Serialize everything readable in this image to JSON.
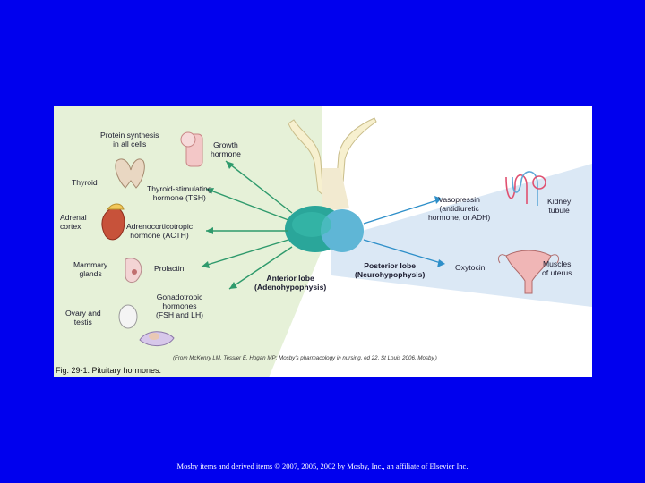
{
  "figure": {
    "caption": "Fig. 29-1. Pituitary hormones.",
    "source": "(From McKenry LM, Tessier E, Hogan MP: Mosby's pharmacology in nursing, ed 22, St Louis 2006, Mosby.)",
    "anterior_lobe": [
      "Anterior lobe",
      "(Adenohypophysis)"
    ],
    "posterior_lobe": [
      "Posterior lobe",
      "(Neurohypophysis)"
    ],
    "left_targets": {
      "protein": [
        "Protein synthesis",
        "in all cells"
      ],
      "thyroid": [
        "Thyroid"
      ],
      "adrenal": [
        "Adrenal",
        "cortex"
      ],
      "mammary": [
        "Mammary",
        "glands"
      ],
      "ovary": [
        "Ovary and",
        "testis"
      ]
    },
    "anterior_hormones": {
      "growth": [
        "Growth",
        "hormone"
      ],
      "tsh": [
        "Thyroid-stimulating",
        "hormone (TSH)"
      ],
      "acth": [
        "Adrenocorticotropic",
        "hormone (ACTH)"
      ],
      "prolactin": [
        "Prolactin"
      ],
      "gonadotropic": [
        "Gonadotropic",
        "hormones",
        "(FSH and LH)"
      ]
    },
    "posterior_hormones": {
      "vasopressin": [
        "Vasopressin",
        "(antidiuretic",
        "hormone, or ADH)"
      ],
      "oxytocin": [
        "Oxytocin"
      ]
    },
    "right_targets": {
      "kidney": [
        "Kidney",
        "tubule"
      ],
      "uterus": [
        "Muscles",
        "of uterus"
      ]
    }
  },
  "footer": "Mosby items and derived items © 2007, 2005, 2002 by Mosby, Inc., an affiliate of Elsevier Inc."
}
